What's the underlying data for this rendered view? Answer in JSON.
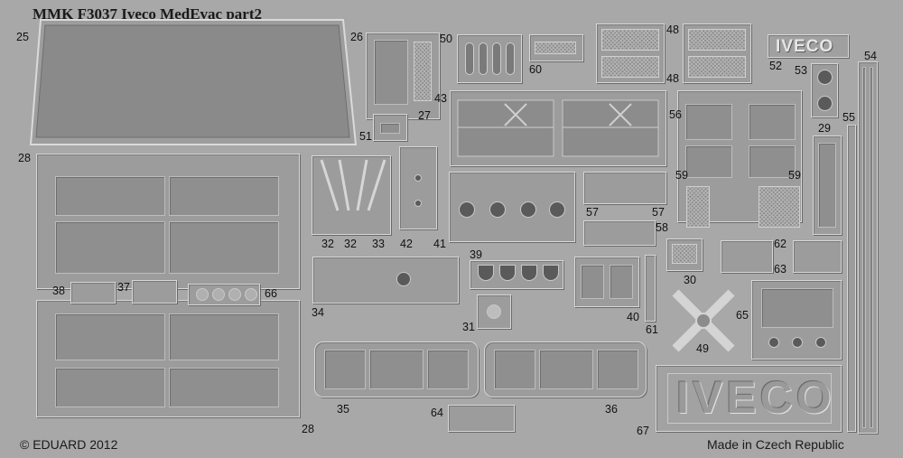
{
  "sheet": {
    "title": "MMK F3037   Iveco MedEvac   part2",
    "copyright": "© EDUARD 2012",
    "origin": "Made in Czech Republic"
  },
  "logos": {
    "small": "IVECO",
    "large": "IVECO"
  },
  "part_labels": {
    "p25": "25",
    "p26": "26",
    "p50": "50",
    "p48a": "48",
    "p48b": "48",
    "p52": "52",
    "p54": "54",
    "p53": "53",
    "p60": "60",
    "p43": "43",
    "p27": "27",
    "p51": "51",
    "p56": "56",
    "p55": "55",
    "p29": "29",
    "p28a": "28",
    "p32a": "32",
    "p32b": "32",
    "p33": "33",
    "p42": "42",
    "p41": "41",
    "p57a": "57",
    "p57b": "57",
    "p58": "58",
    "p59a": "59",
    "p59b": "59",
    "p39": "39",
    "p62": "62",
    "p63": "63",
    "p30": "30",
    "p38": "38",
    "p37": "37",
    "p66": "66",
    "p34": "34",
    "p31": "31",
    "p40": "40",
    "p61": "61",
    "p65": "65",
    "p49": "49",
    "p35": "35",
    "p64": "64",
    "p36": "36",
    "p67": "67",
    "p28b": "28"
  }
}
